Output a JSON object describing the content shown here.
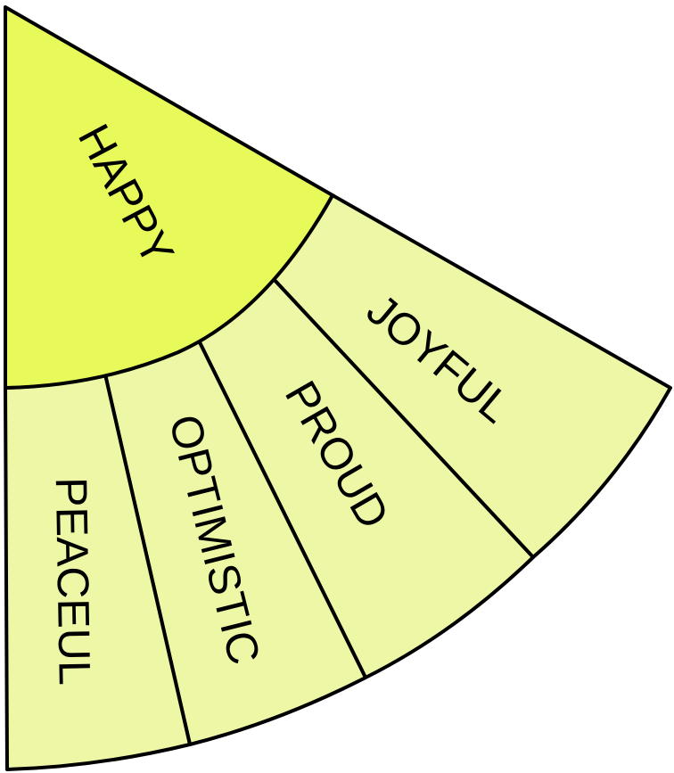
{
  "center": {
    "label": "HAPPY",
    "color": "#e8f95a"
  },
  "outer_color": "#eef7a6",
  "outline_color": "#000000",
  "segments": [
    {
      "label": "JOYFUL"
    },
    {
      "label": "PROUD"
    },
    {
      "label": "OPTIMISTIC"
    },
    {
      "label": "PEACEUL"
    }
  ]
}
